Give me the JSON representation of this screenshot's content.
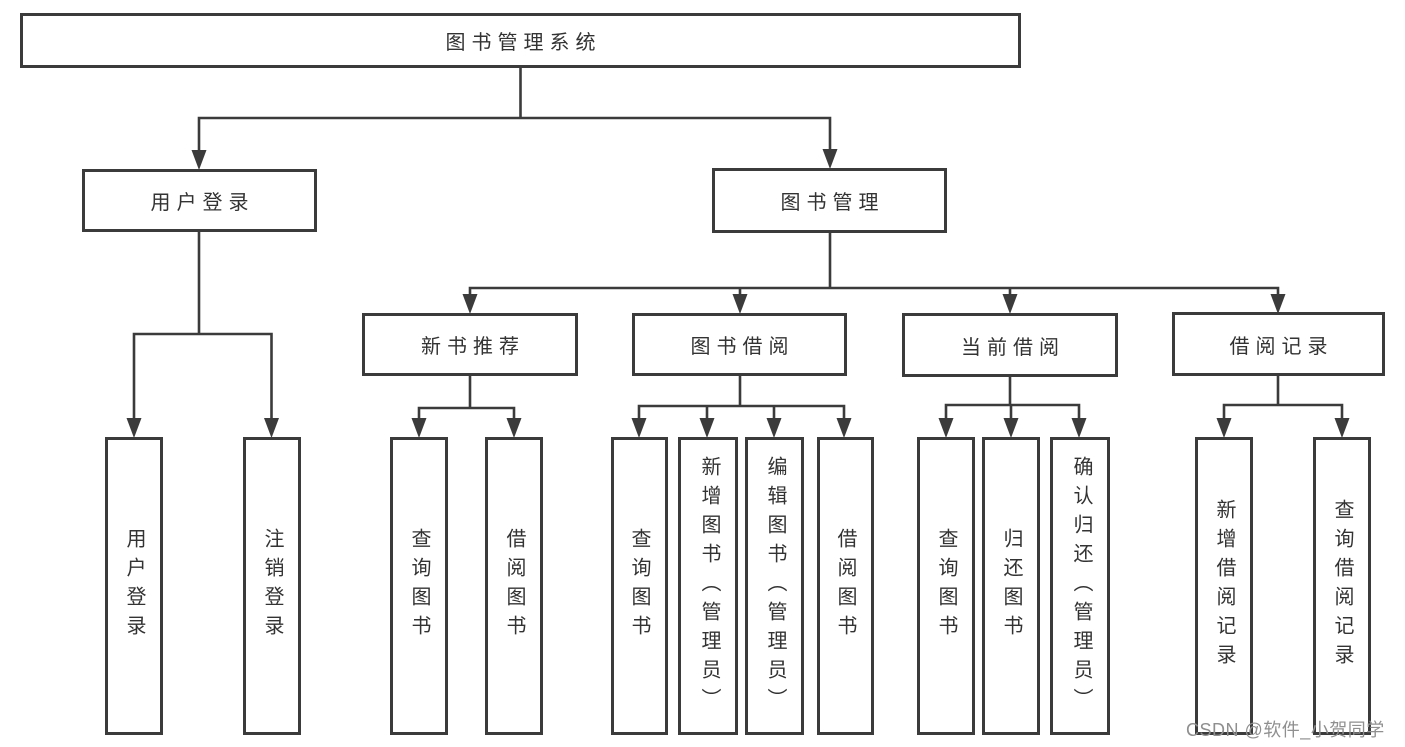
{
  "diagram": {
    "root": {
      "label": "图书管理系统"
    },
    "branches": [
      {
        "label": "用户登录",
        "children": [
          {
            "label": "用户登录"
          },
          {
            "label": "注销登录"
          }
        ]
      },
      {
        "label": "图书管理",
        "children": [
          {
            "label": "新书推荐",
            "children": [
              {
                "label": "查询图书"
              },
              {
                "label": "借阅图书"
              }
            ]
          },
          {
            "label": "图书借阅",
            "children": [
              {
                "label": "查询图书"
              },
              {
                "label": "新增图书（管理员）"
              },
              {
                "label": "编辑图书（管理员）"
              },
              {
                "label": "借阅图书"
              }
            ]
          },
          {
            "label": "当前借阅",
            "children": [
              {
                "label": "查询图书"
              },
              {
                "label": "归还图书"
              },
              {
                "label": "确认归还（管理员）"
              }
            ]
          },
          {
            "label": "借阅记录",
            "children": [
              {
                "label": "新增借阅记录"
              },
              {
                "label": "查询借阅记录"
              }
            ]
          }
        ]
      }
    ]
  },
  "watermark": "CSDN @软件_小贺同学",
  "colors": {
    "line": "#3b3b3b",
    "text": "#333333",
    "watermark": "#8f8f8f",
    "background": "#ffffff"
  }
}
